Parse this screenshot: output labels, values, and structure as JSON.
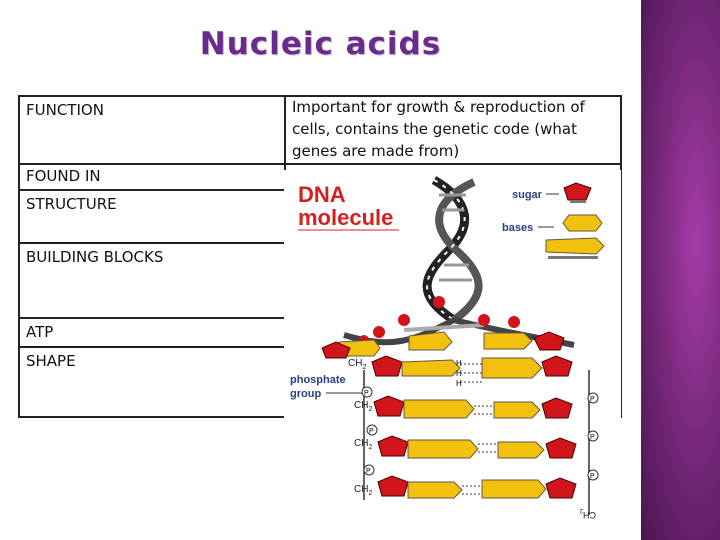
{
  "title": "Nucleic acids",
  "table": {
    "rows": [
      {
        "label": "FUNCTION",
        "value": "Important for growth & reproduction of cells, contains the genetic code (what genes are made from)"
      },
      {
        "label": "FOUND IN",
        "value": ""
      },
      {
        "label": "STRUCTURE",
        "value": ""
      },
      {
        "label": "BUILDING BLOCKS",
        "value": ""
      },
      {
        "label": "ATP",
        "value": ""
      },
      {
        "label": "SHAPE",
        "value": ""
      }
    ]
  },
  "figure": {
    "heading_line1": "DNA",
    "heading_line2": "molecule",
    "sugar_label": "sugar",
    "bases_label": "bases",
    "phosphate_line1": "phosphate",
    "phosphate_line2": "group",
    "ch2": "CH",
    "sub2": "2",
    "p": "P",
    "h": "H",
    "colors": {
      "heading": "#d4201f",
      "sugar": "#d2141b",
      "base": "#f2c10d",
      "label": "#2a3e8a"
    }
  }
}
